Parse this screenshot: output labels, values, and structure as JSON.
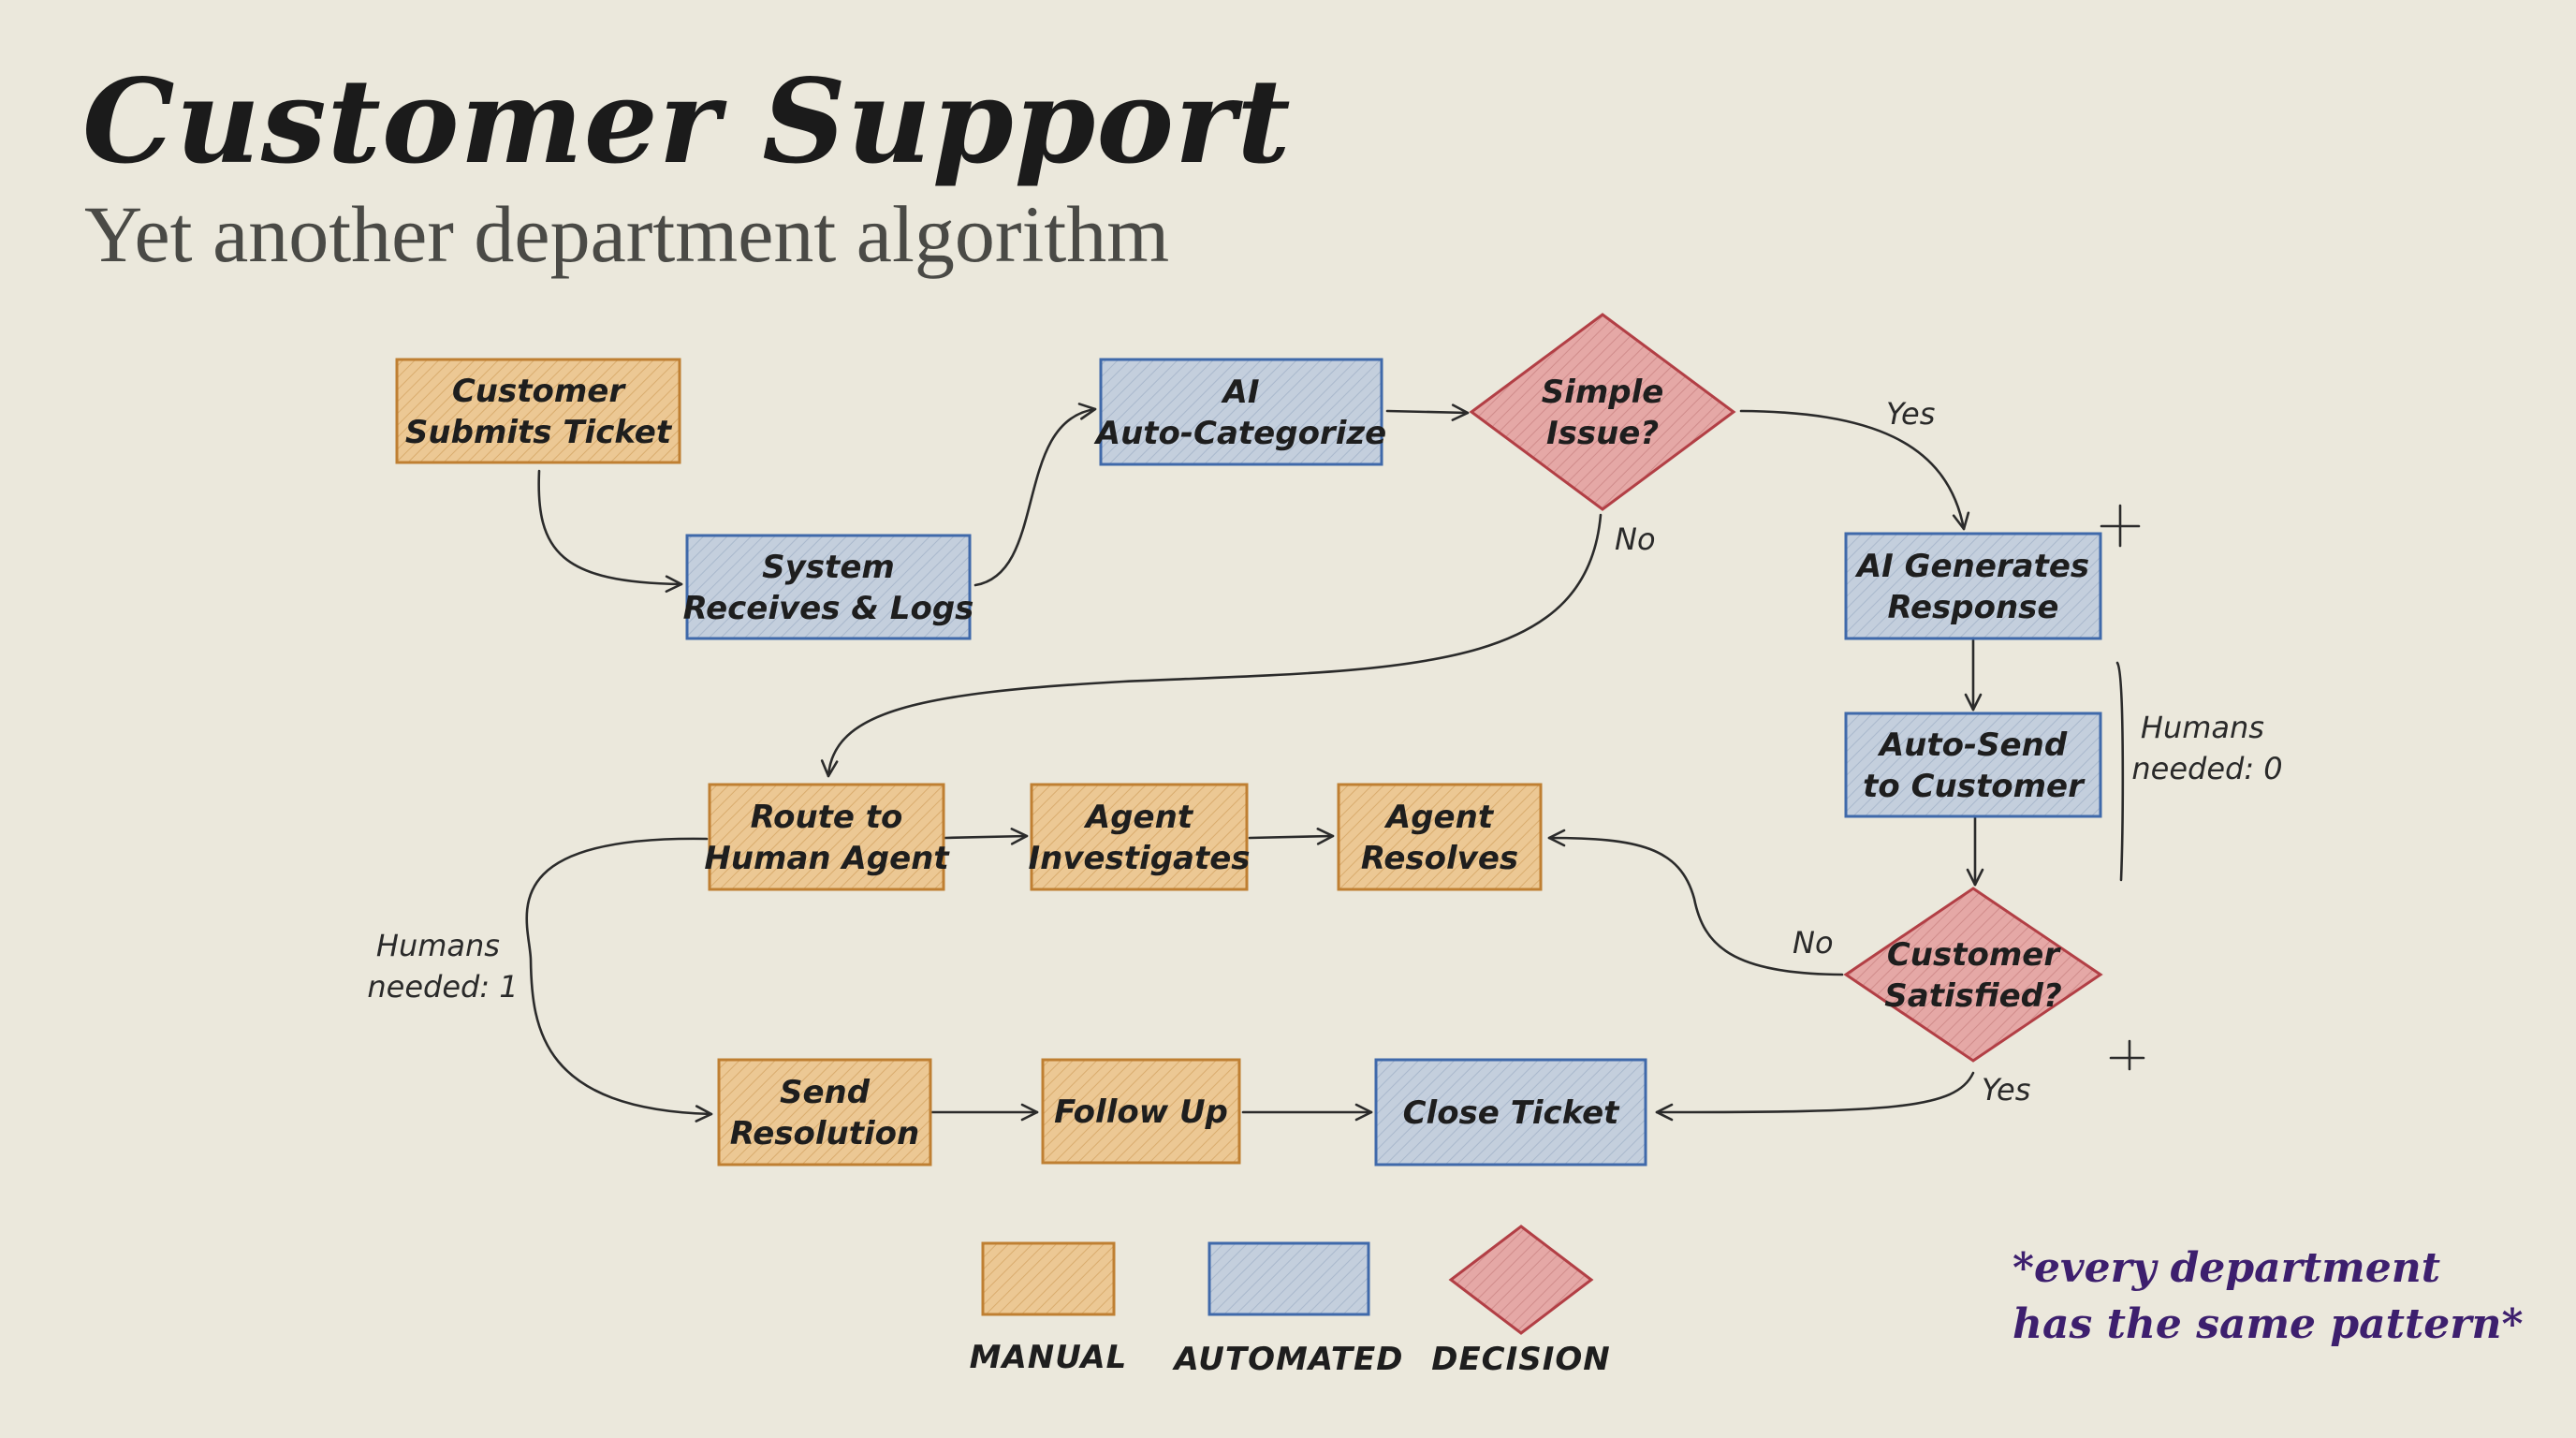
{
  "header": {
    "title": "Customer Support",
    "subtitle": "Yet another department algorithm"
  },
  "colors": {
    "manual_fill": "#ecc894",
    "manual_stroke": "#bf7f32",
    "automated_fill": "#c4cfdd",
    "automated_stroke": "#3f69aa",
    "decision_fill": "#e5a8a6",
    "decision_stroke": "#b23f45",
    "ink": "#2b2b2b",
    "footnote": "#3d1f6e"
  },
  "nodes": {
    "submit": {
      "type": "manual",
      "lines": [
        "Customer",
        "Submits Ticket"
      ]
    },
    "receive": {
      "type": "automated",
      "lines": [
        "System",
        "Receives & Logs"
      ]
    },
    "categorize": {
      "type": "automated",
      "lines": [
        "AI",
        "Auto-Categorize"
      ]
    },
    "simple": {
      "type": "decision",
      "lines": [
        "Simple",
        "Issue?"
      ]
    },
    "generate": {
      "type": "automated",
      "lines": [
        "AI Generates",
        "Response"
      ]
    },
    "autosend": {
      "type": "automated",
      "lines": [
        "Auto-Send",
        "to Customer"
      ]
    },
    "satisfied": {
      "type": "decision",
      "lines": [
        "Customer",
        "Satisfied?"
      ]
    },
    "route": {
      "type": "manual",
      "lines": [
        "Route to",
        "Human Agent"
      ]
    },
    "investigate": {
      "type": "manual",
      "lines": [
        "Agent",
        "Investigates"
      ]
    },
    "resolves": {
      "type": "manual",
      "lines": [
        "Agent",
        "Resolves"
      ]
    },
    "sendres": {
      "type": "manual",
      "lines": [
        "Send",
        "Resolution"
      ]
    },
    "followup": {
      "type": "manual",
      "lines": [
        "Follow Up"
      ]
    },
    "close": {
      "type": "automated",
      "lines": [
        "Close Ticket"
      ]
    }
  },
  "edge_labels": {
    "simple_yes": "Yes",
    "simple_no": "No",
    "satisfied_no": "No",
    "satisfied_yes": "Yes"
  },
  "side_notes": {
    "automated_path": [
      "Humans",
      "needed: 0"
    ],
    "manual_path": [
      "Humans",
      "needed: 1"
    ]
  },
  "legend": {
    "manual": "MANUAL",
    "automated": "AUTOMATED",
    "decision": "DECISION"
  },
  "footnote": {
    "line1": "*every department",
    "line2": "has the same pattern*"
  }
}
